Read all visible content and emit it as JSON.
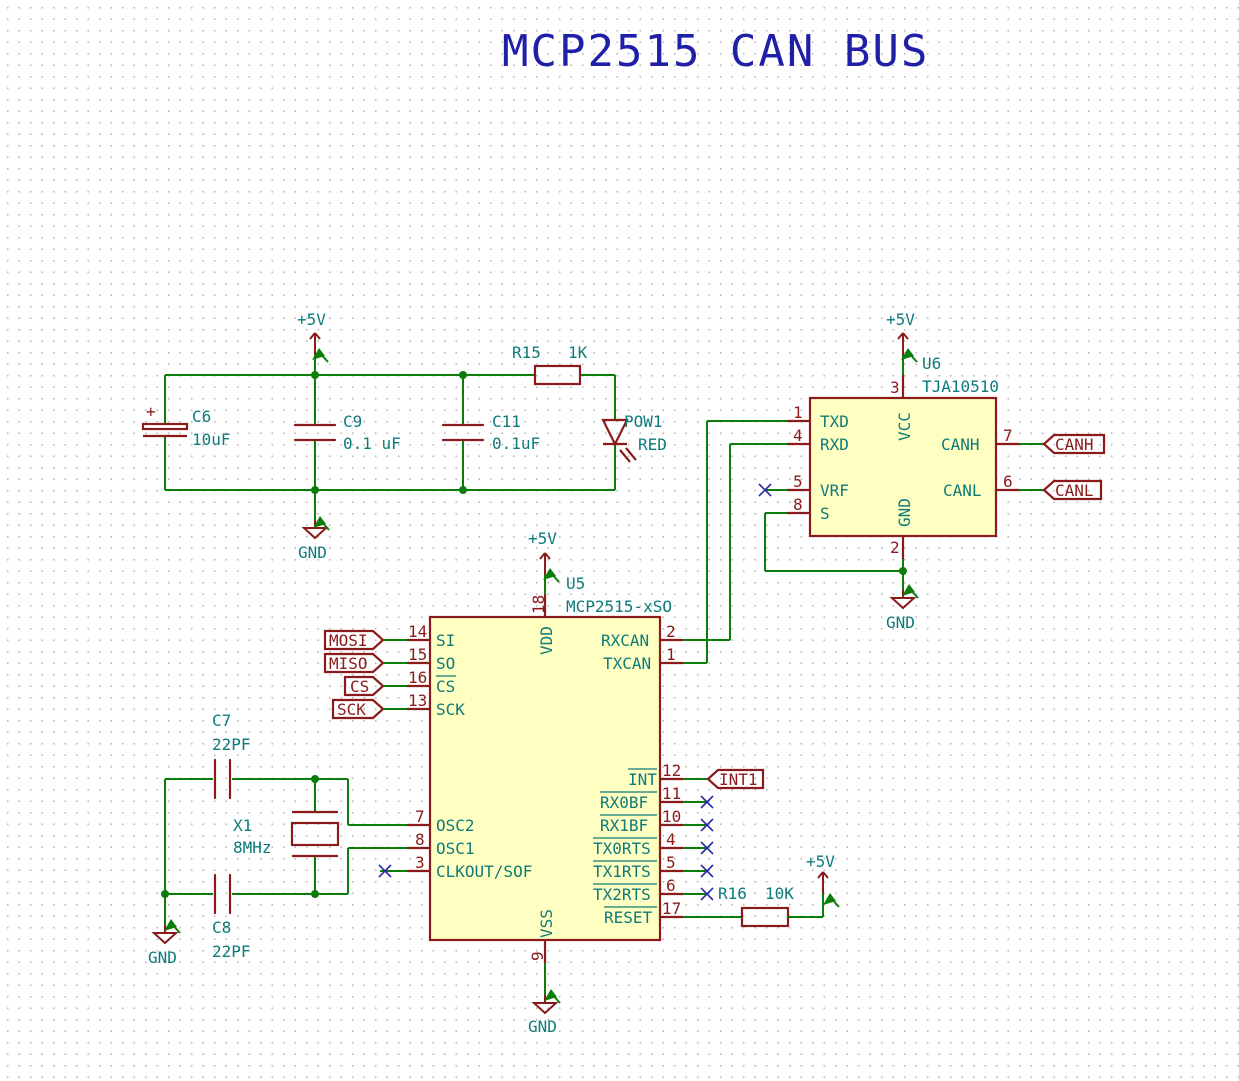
{
  "title": "MCP2515 CAN BUS",
  "colors": {
    "wire": "#0a7d0a",
    "component": "#8b1a1a",
    "fill": "#ffffc2",
    "label": "#0e7a7a",
    "title": "#1f1fa8",
    "noconnect": "#2a2aa8"
  },
  "power": {
    "vcc": "+5V",
    "gnd": "GND"
  },
  "components": {
    "c6": {
      "ref": "C6",
      "value": "10uF",
      "polarity": "+"
    },
    "c9": {
      "ref": "C9",
      "value": "0.1 uF"
    },
    "c11": {
      "ref": "C11",
      "value": "0.1uF"
    },
    "r15": {
      "ref": "R15",
      "value": "1K"
    },
    "pow1": {
      "ref": "POW1",
      "value": "RED"
    },
    "u6": {
      "ref": "U6",
      "value": "TJA10510"
    },
    "u5": {
      "ref": "U5",
      "value": "MCP2515-xSO"
    },
    "c7": {
      "ref": "C7",
      "value": "22PF"
    },
    "c8": {
      "ref": "C8",
      "value": "22PF"
    },
    "x1": {
      "ref": "X1",
      "value": "8MHz"
    },
    "r16": {
      "ref": "R16",
      "value": "10K"
    }
  },
  "u6_pins": {
    "txd": {
      "num": "1",
      "name": "TXD"
    },
    "rxd": {
      "num": "4",
      "name": "RXD"
    },
    "vrf": {
      "num": "5",
      "name": "VRF"
    },
    "s": {
      "num": "8",
      "name": "S"
    },
    "vcc": {
      "num": "3",
      "name": "VCC"
    },
    "gnd": {
      "num": "2",
      "name": "GND"
    },
    "canh": {
      "num": "7",
      "name": "CANH"
    },
    "canl": {
      "num": "6",
      "name": "CANL"
    }
  },
  "u5_pins": {
    "si": {
      "num": "14",
      "name": "SI"
    },
    "so": {
      "num": "15",
      "name": "SO"
    },
    "cs": {
      "num": "16",
      "name": "CS"
    },
    "sck": {
      "num": "13",
      "name": "SCK"
    },
    "osc2": {
      "num": "7",
      "name": "OSC2"
    },
    "osc1": {
      "num": "8",
      "name": "OSC1"
    },
    "clkout": {
      "num": "3",
      "name": "CLKOUT/SOF"
    },
    "vdd": {
      "num": "18",
      "name": "VDD"
    },
    "vss": {
      "num": "9",
      "name": "VSS"
    },
    "rxcan": {
      "num": "2",
      "name": "RXCAN"
    },
    "txcan": {
      "num": "1",
      "name": "TXCAN"
    },
    "int": {
      "num": "12",
      "name": "INT"
    },
    "rx0bf": {
      "num": "11",
      "name": "RX0BF"
    },
    "rx1bf": {
      "num": "10",
      "name": "RX1BF"
    },
    "tx0rts": {
      "num": "4",
      "name": "TX0RTS"
    },
    "tx1rts": {
      "num": "5",
      "name": "TX1RTS"
    },
    "tx2rts": {
      "num": "6",
      "name": "TX2RTS"
    },
    "reset": {
      "num": "17",
      "name": "RESET"
    }
  },
  "net_labels": {
    "mosi": "MOSI",
    "miso": "MISO",
    "cs": "CS",
    "sck": "SCK",
    "canh": "CANH",
    "canl": "CANL",
    "int1": "INT1"
  }
}
